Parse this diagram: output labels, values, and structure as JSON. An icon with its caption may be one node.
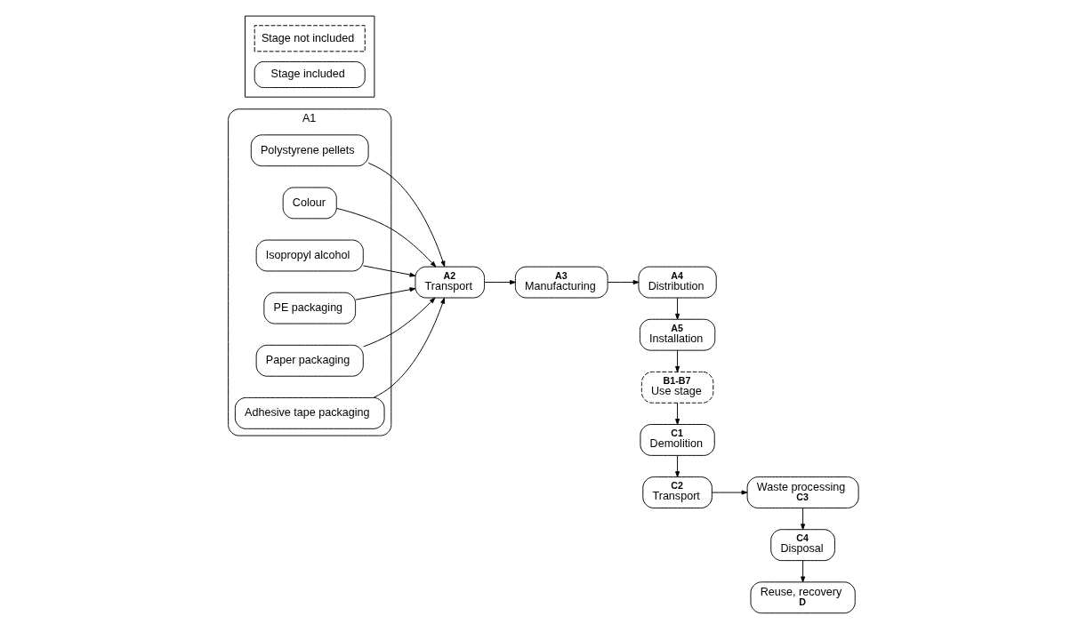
{
  "diagram": {
    "nodes": [
      {
        "text": [
          "A1"
        ]
      },
      {
        "text": [
          "Polystyrene pellets"
        ],
        "in": 0
      },
      {
        "text": [
          "Colour"
        ],
        "in": 0
      },
      {
        "text": [
          "Isopropyl alcohol"
        ],
        "in": 0
      },
      {
        "text": [
          "PE packaging"
        ],
        "in": 0
      },
      {
        "text": [
          "Paper packaging"
        ],
        "in": 0
      },
      {
        "text": [
          "Adhesive tape packaging"
        ],
        "in": 0
      },
      {
        "text": [
          "A2",
          "Transport"
        ]
      },
      {
        "text": [
          "A3",
          "Manufacturing"
        ]
      },
      {
        "text": [
          "A4",
          "Distribution"
        ]
      },
      {
        "text": [
          "A5",
          "Installation"
        ]
      },
      {
        "text": [
          "B1-B7",
          "Use stage"
        ]
      },
      {
        "text": [
          "C1",
          "Demolition"
        ]
      },
      {
        "text": [
          "C2",
          "Transport"
        ]
      },
      {
        "text": [
          "Waste processing",
          "C3"
        ]
      },
      {
        "text": [
          "C4",
          "Disposal"
        ]
      },
      {
        "text": [
          "Reuse, recovery",
          "D"
        ]
      }
    ],
    "edges": [
      {
        "from": 1,
        "to": 7,
        "arrow": "to"
      },
      {
        "from": 2,
        "to": 7,
        "arrow": "to"
      },
      {
        "from": 3,
        "to": 7,
        "arrow": "to"
      },
      {
        "from": 4,
        "to": 7,
        "arrow": "to"
      },
      {
        "from": 5,
        "to": 7,
        "arrow": "to"
      },
      {
        "from": 6,
        "to": 7,
        "arrow": "to"
      },
      {
        "from": 7,
        "to": 8,
        "arrow": "to"
      },
      {
        "from": 8,
        "to": 9,
        "arrow": "to"
      },
      {
        "from": 9,
        "to": 10,
        "arrow": "to"
      },
      {
        "from": 10,
        "to": 11,
        "arrow": "to"
      },
      {
        "from": 11,
        "to": 12,
        "arrow": "to"
      },
      {
        "from": 12,
        "to": 13,
        "arrow": "to"
      },
      {
        "from": 13,
        "to": 14,
        "arrow": "to"
      },
      {
        "from": 14,
        "to": 15,
        "arrow": "to"
      },
      {
        "from": 15,
        "to": 16,
        "arrow": "to"
      }
    ],
    "legend": [
      {
        "text": "Stage not included"
      },
      {
        "text": "Stage included"
      }
    ]
  }
}
